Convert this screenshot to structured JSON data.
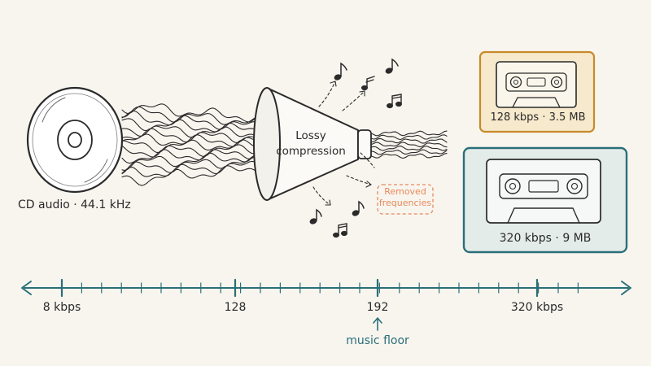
{
  "source": {
    "label": "CD audio · 44.1 kHz"
  },
  "compressor": {
    "line1": "Lossy",
    "line2": "compression"
  },
  "removed": {
    "line1": "Removed",
    "line2": "frequencies"
  },
  "outputs": [
    {
      "label": "128 kbps · 3.5 MB"
    },
    {
      "label": "320 kbps · 9 MB"
    }
  ],
  "axis": {
    "ticks": [
      {
        "label": "8 kbps"
      },
      {
        "label": "128"
      },
      {
        "label": "192"
      },
      {
        "label": "320 kbps"
      }
    ],
    "marker": {
      "label": "music floor"
    }
  },
  "colors": {
    "ink": "#2a2a2a",
    "accent_gold": "#c98a2b",
    "accent_teal": "#2a6f79",
    "removed_orange": "#e8895a",
    "paper": "#f8f5ef"
  }
}
